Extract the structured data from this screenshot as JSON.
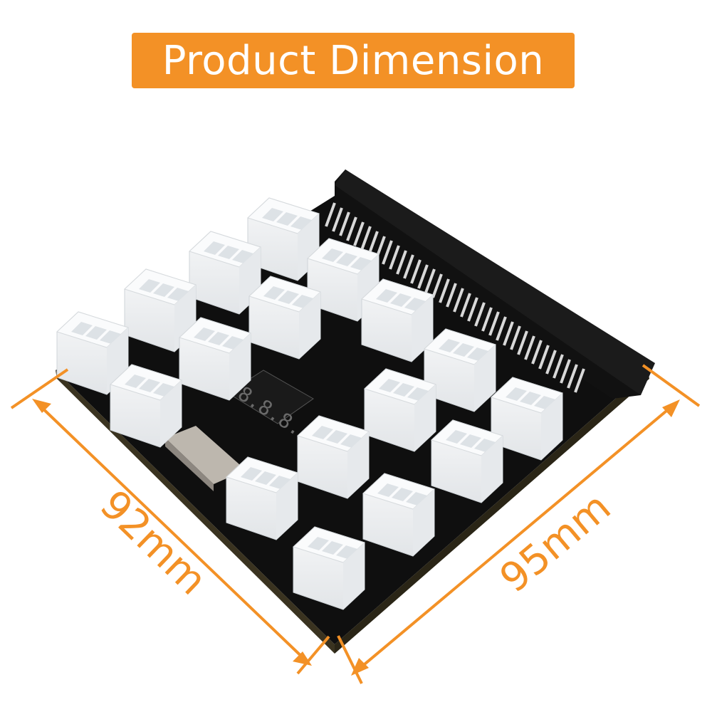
{
  "title": "Product Dimension",
  "colors": {
    "accent": "#f39126",
    "pcb": "#141414",
    "connector": "#eef0f2",
    "slot": "#111111",
    "pin": "#d8d8d8"
  },
  "dimensions": {
    "left_edge": "92mm",
    "right_edge": "95mm"
  },
  "display": {
    "digits": "8.8.8."
  }
}
